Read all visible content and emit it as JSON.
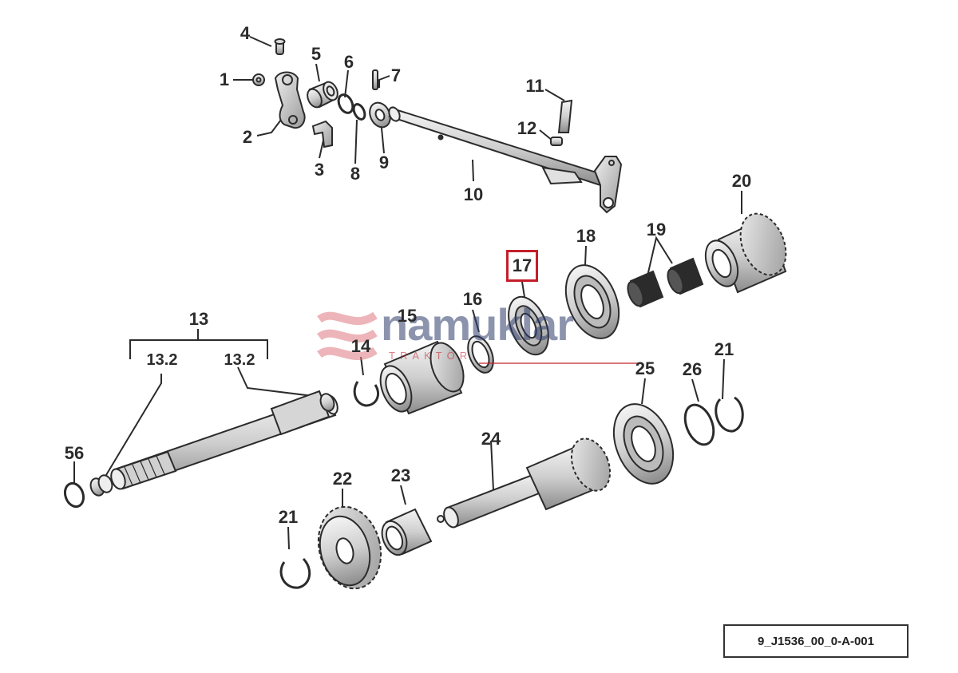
{
  "callouts": {
    "c1": "1",
    "c2": "2",
    "c3": "3",
    "c4": "4",
    "c5": "5",
    "c6": "6",
    "c7": "7",
    "c8": "8",
    "c9": "9",
    "c10": "10",
    "c11": "11",
    "c12": "12",
    "c13": "13",
    "c13_2a": "13.2",
    "c13_2b": "13.2",
    "c14": "14",
    "c15": "15",
    "c16": "16",
    "c17": "17",
    "c18": "18",
    "c19": "19",
    "c20": "20",
    "c21a": "21",
    "c21b": "21",
    "c22": "22",
    "c23": "23",
    "c24": "24",
    "c25": "25",
    "c26": "26",
    "c56": "56"
  },
  "highlighted_part": "17",
  "drawing_code": "9_J1536_00_0-A-001",
  "watermark": {
    "brand": "namuklar",
    "sub": "TRAKTÖR",
    "colors": {
      "brand": "#2f3d6b",
      "accent": "#c41e2a"
    }
  },
  "colors": {
    "line": "#2b2b2b",
    "highlight": "#c41e2a"
  }
}
